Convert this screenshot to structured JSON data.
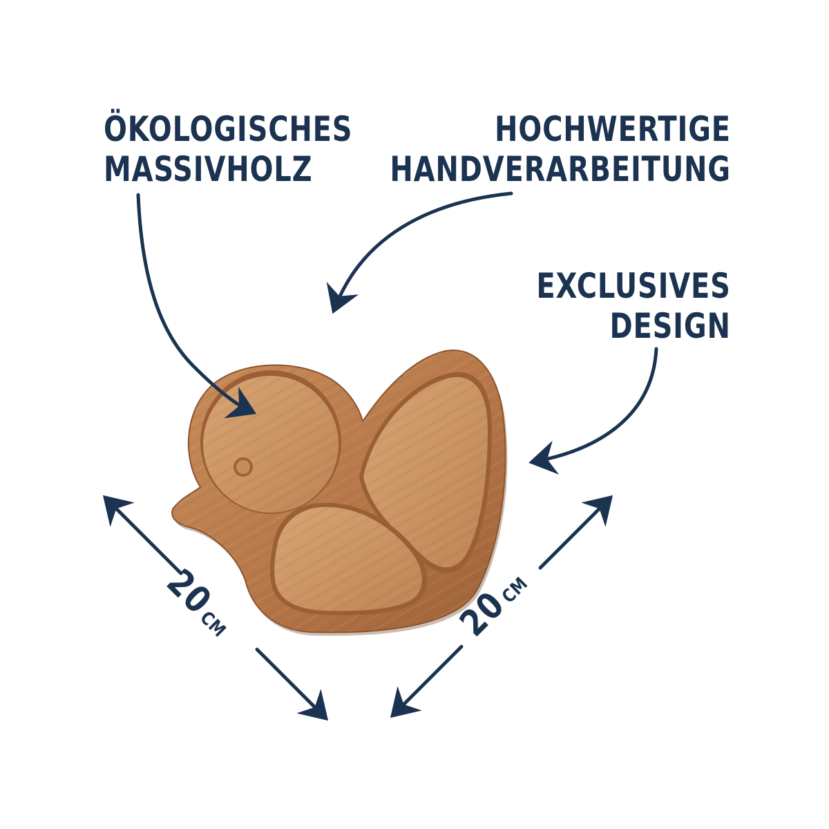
{
  "labels": {
    "ecological": [
      "ÖKOLOGISCHES",
      "MASSIVHOLZ"
    ],
    "handcrafted": [
      "HOCHWERTIGE",
      "HANDVERARBEITUNG"
    ],
    "exclusive": [
      "EXCLUSIVES",
      "DESIGN"
    ]
  },
  "dimensions": {
    "width": {
      "value": "20",
      "unit": "CM"
    },
    "depth": {
      "value": "20",
      "unit": "CM"
    }
  },
  "colors": {
    "text": "#1b3350",
    "arrow": "#1b3350",
    "wood_light": "#cf9866",
    "wood_mid": "#b97c4c",
    "wood_dark": "#8f5631",
    "background": "#ffffff"
  },
  "icons": {
    "product": "duck-shaped-wooden-plate",
    "pointer": "curved-arrow",
    "measure": "double-arrow"
  }
}
